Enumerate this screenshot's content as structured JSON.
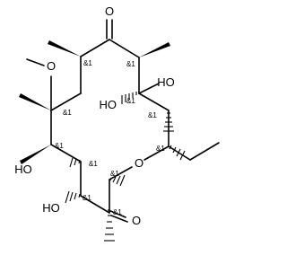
{
  "structure": {
    "atom_labels": {
      "ketone_o": "O",
      "methoxy_o": "O",
      "oh_top": "HO",
      "oh_left_ring": "HO",
      "oh_left_mid": "HO",
      "oh_bottom": "HO",
      "ring_o": "O",
      "carbonyl_o": "O"
    },
    "stereo_descriptor": "&1"
  }
}
